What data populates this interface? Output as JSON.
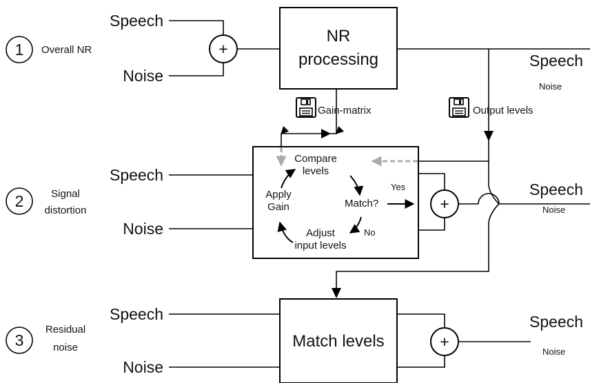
{
  "scenarios": [
    {
      "number": "1",
      "title_lines": [
        "Overall NR"
      ],
      "inputs": [
        "Speech",
        "Noise"
      ],
      "processor_lines": [
        "NR",
        "processing"
      ],
      "outputs": [
        "Speech",
        "Noise"
      ]
    },
    {
      "number": "2",
      "title_lines": [
        "Signal",
        "distortion"
      ],
      "inputs": [
        "Speech",
        "Noise"
      ],
      "loop": {
        "compare": [
          "Compare",
          "levels"
        ],
        "match": "Match?",
        "yes": "Yes",
        "no": "No",
        "adjust": [
          "Adjust",
          "input levels"
        ],
        "apply": [
          "Apply",
          "Gain"
        ]
      },
      "outputs": [
        "Speech",
        "Noise"
      ]
    },
    {
      "number": "3",
      "title_lines": [
        "Residual",
        "noise"
      ],
      "inputs": [
        "Speech",
        "Noise"
      ],
      "processor_lines": [
        "Match levels"
      ],
      "outputs": [
        "Speech",
        "Noise"
      ]
    }
  ],
  "saved": {
    "gain_matrix": "Gain-matrix",
    "output_levels": "Output levels"
  },
  "symbols": {
    "sum": "+",
    "save_icon": "floppy-disk-icon"
  }
}
